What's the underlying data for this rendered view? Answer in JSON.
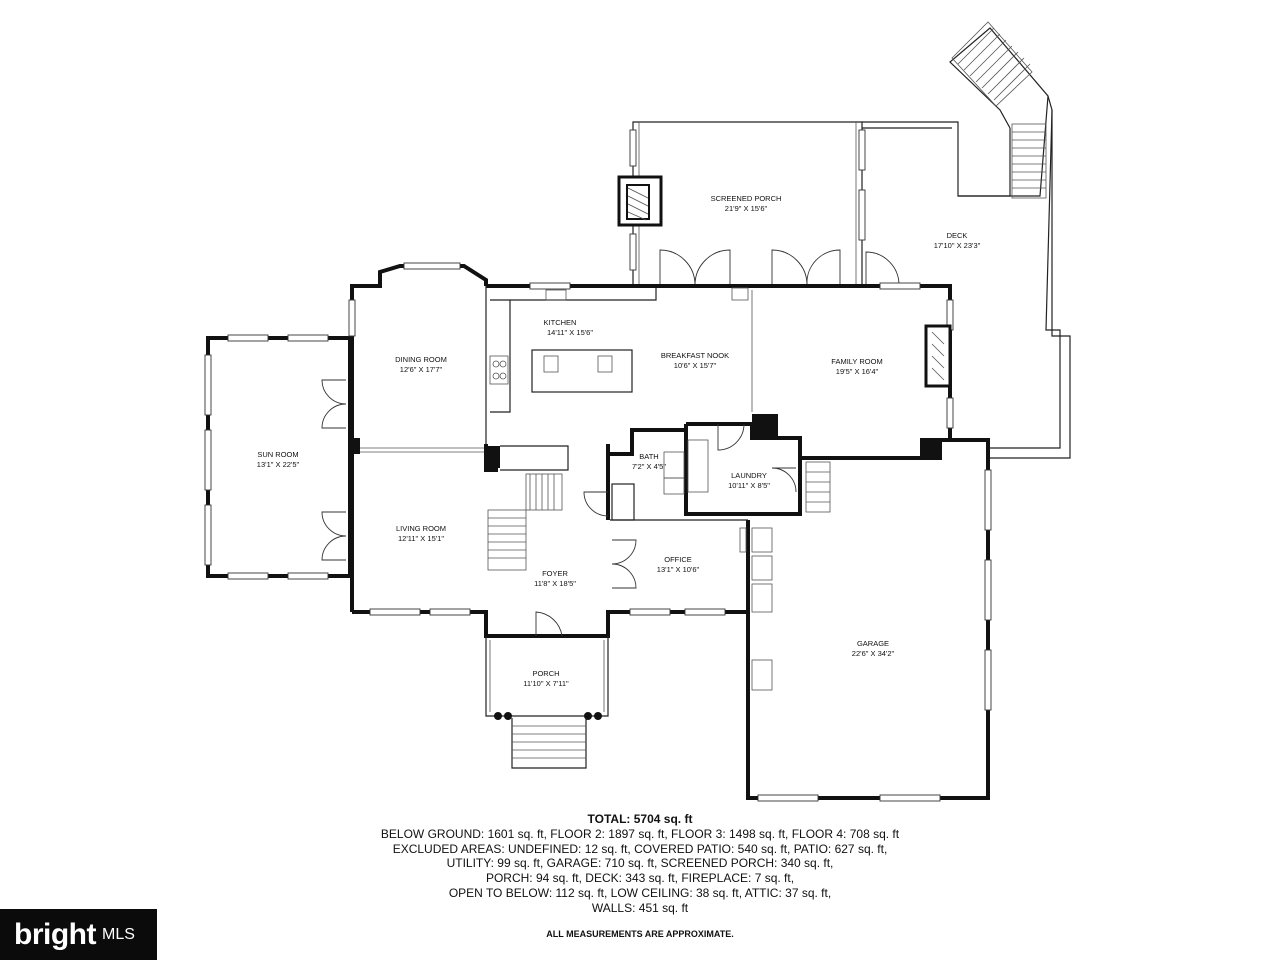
{
  "rooms": {
    "screened_porch": {
      "name": "SCREENED PORCH",
      "dims": "21'9\" X 15'6\""
    },
    "deck": {
      "name": "DECK",
      "dims": "17'10\" X 23'3\""
    },
    "kitchen": {
      "name": "KITCHEN",
      "dims": "14'11\" X 15'6\""
    },
    "breakfast_nook": {
      "name": "BREAKFAST NOOK",
      "dims": "10'6\" X 15'7\""
    },
    "family_room": {
      "name": "FAMILY ROOM",
      "dims": "19'5\" X 16'4\""
    },
    "dining_room": {
      "name": "DINING ROOM",
      "dims": "12'6\" X 17'7\""
    },
    "sun_room": {
      "name": "SUN ROOM",
      "dims": "13'1\" X 22'5\""
    },
    "bath": {
      "name": "BATH",
      "dims": "7'2\" X 4'5\""
    },
    "laundry": {
      "name": "LAUNDRY",
      "dims": "10'11\" X 8'5\""
    },
    "living_room": {
      "name": "LIVING ROOM",
      "dims": "12'11\" X 15'1\""
    },
    "office": {
      "name": "OFFICE",
      "dims": "13'1\" X 10'6\""
    },
    "foyer": {
      "name": "FOYER",
      "dims": "11'8\" X 18'5\""
    },
    "garage": {
      "name": "GARAGE",
      "dims": "22'6\" X 34'2\""
    },
    "porch": {
      "name": "PORCH",
      "dims": "11'10\" X 7'11\""
    }
  },
  "totals": {
    "total": "TOTAL: 5704 sq. ft",
    "lines": [
      "BELOW GROUND: 1601 sq. ft, FLOOR 2: 1897 sq. ft, FLOOR 3: 1498 sq. ft, FLOOR 4: 708 sq. ft",
      "EXCLUDED AREAS: UNDEFINED: 12 sq. ft, COVERED PATIO: 540 sq. ft, PATIO: 627 sq. ft,",
      "UTILITY: 99 sq. ft, GARAGE: 710 sq. ft, SCREENED PORCH: 340 sq. ft,",
      "PORCH: 94 sq. ft, DECK: 343 sq. ft, FIREPLACE: 7 sq. ft,",
      "OPEN TO BELOW: 112 sq. ft, LOW CEILING: 38 sq. ft, ATTIC: 37 sq. ft,",
      "WALLS: 451 sq. ft"
    ],
    "note": "ALL MEASUREMENTS ARE APPROXIMATE."
  },
  "logo": {
    "word": "bright",
    "suffix": "MLS"
  },
  "colors": {
    "wall": "#111111",
    "logo_bg": "#0b0b0b",
    "background": "#ffffff"
  }
}
